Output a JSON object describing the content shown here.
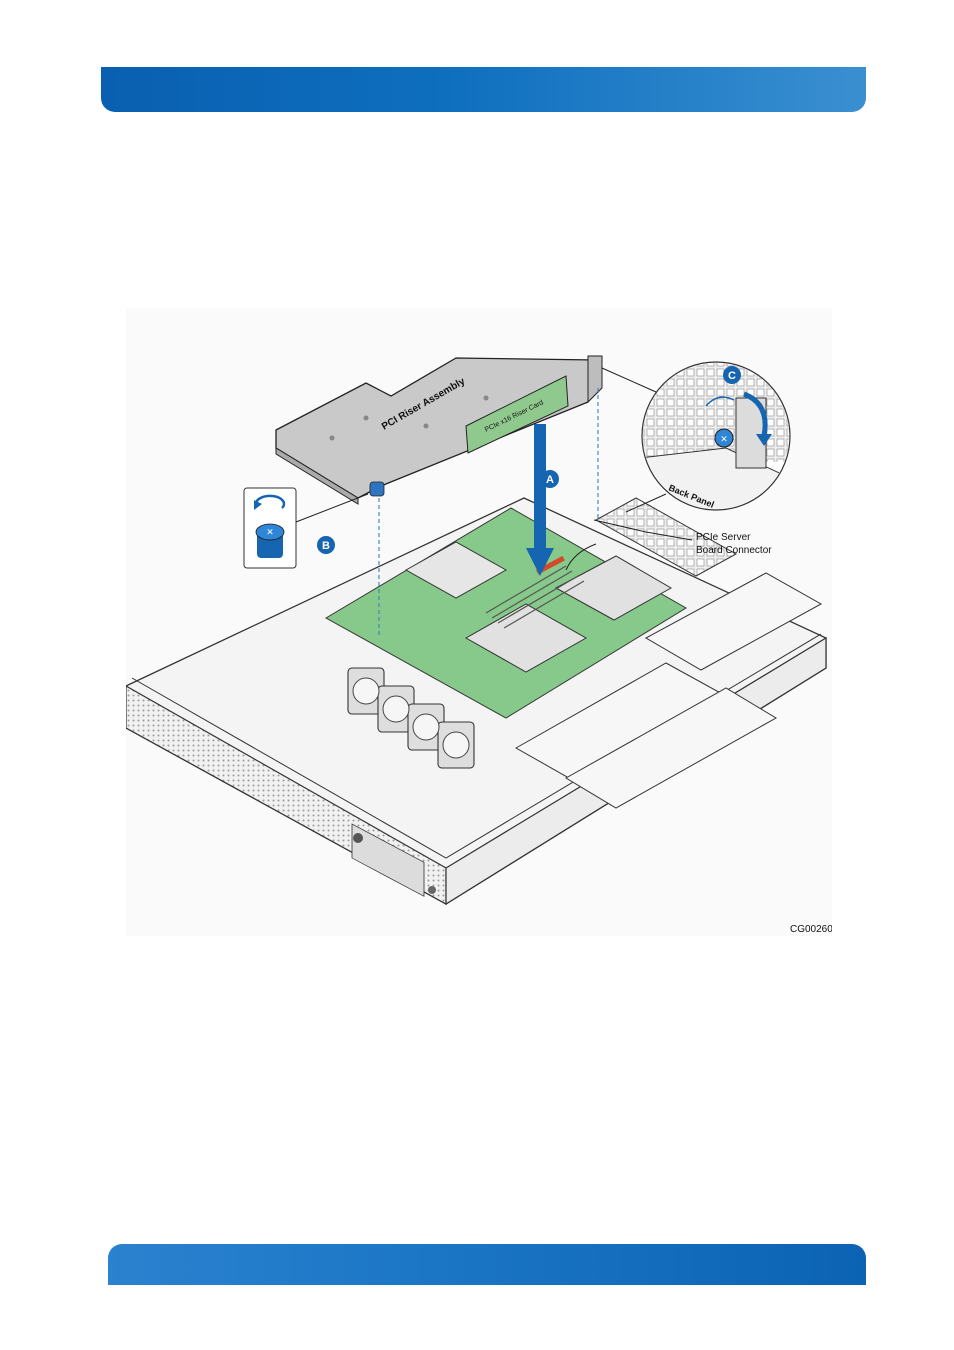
{
  "figure": {
    "riser_assembly_label": "PCI Riser Assembly",
    "riser_card_label": "PCIe x16 Riser Card",
    "callout_a": "A",
    "callout_b": "B",
    "callout_c": "C",
    "back_panel_label": "Back Panel",
    "connector_label_line1": "PCIe Server",
    "connector_label_line2": "Board Connector",
    "figure_id": "CG00260"
  },
  "colors": {
    "banner_blue": "#0e6fbf",
    "callout_blue": "#1565b0",
    "board_green": "#86c98a"
  }
}
